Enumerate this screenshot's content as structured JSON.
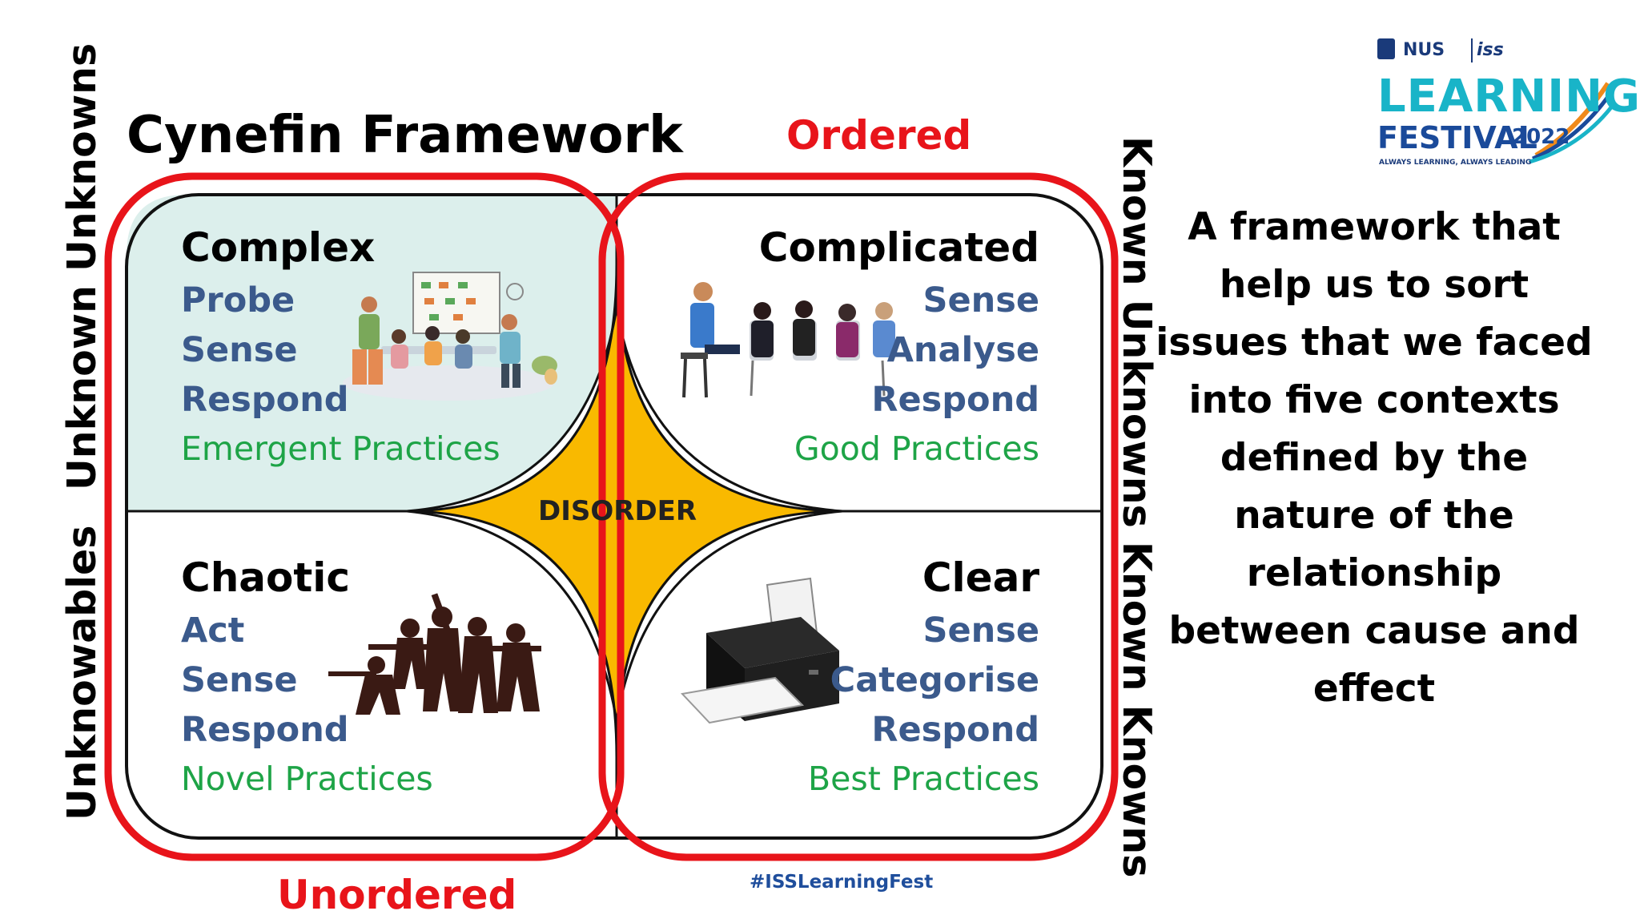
{
  "header": {
    "title": "Cynefin Framework"
  },
  "labels": {
    "ordered": "Ordered",
    "unordered": "Unordered",
    "hashtag": "#ISSLearningFest",
    "disorder": "DISORDER"
  },
  "side_labels": {
    "left_top": "Unknown Unknowns",
    "left_bottom": "Unknowables",
    "right": "Known Unknowns Known Knowns"
  },
  "description": "A framework that help us to sort issues that we faced into five contexts defined by the nature of the relationship between cause and effect",
  "quadrants": {
    "complex": {
      "title": "Complex",
      "steps": [
        "Probe",
        "Sense",
        "Respond"
      ],
      "practice": "Emergent Practices"
    },
    "complicated": {
      "title": "Complicated",
      "steps": [
        "Sense",
        "Analyse",
        "Respond"
      ],
      "practice": "Good Practices"
    },
    "chaotic": {
      "title": "Chaotic",
      "steps": [
        "Act",
        "Sense",
        "Respond"
      ],
      "practice": "Novel Practices"
    },
    "clear": {
      "title": "Clear",
      "steps": [
        "Sense",
        "Categorise",
        "Respond"
      ],
      "practice": "Best Practices"
    }
  },
  "logo": {
    "nus": "NUS",
    "iss": "iss",
    "learning": "LEARNING",
    "festival": "FESTIVAL",
    "year": "2022",
    "tagline": "ALWAYS LEARNING, ALWAYS LEADING"
  },
  "colors": {
    "red_outline": "#e8141a",
    "disorder_fill": "#f9b900",
    "complex_fill": "#dcefec",
    "steps_text": "#3b5a8c",
    "practice_text": "#1ea447",
    "hashtag": "#1f4e9c"
  },
  "illustrations": {
    "complex": "team-meeting-illustration",
    "complicated": "consultation-illustration",
    "chaotic": "soldiers-silhouette-illustration",
    "clear": "printer-illustration"
  }
}
